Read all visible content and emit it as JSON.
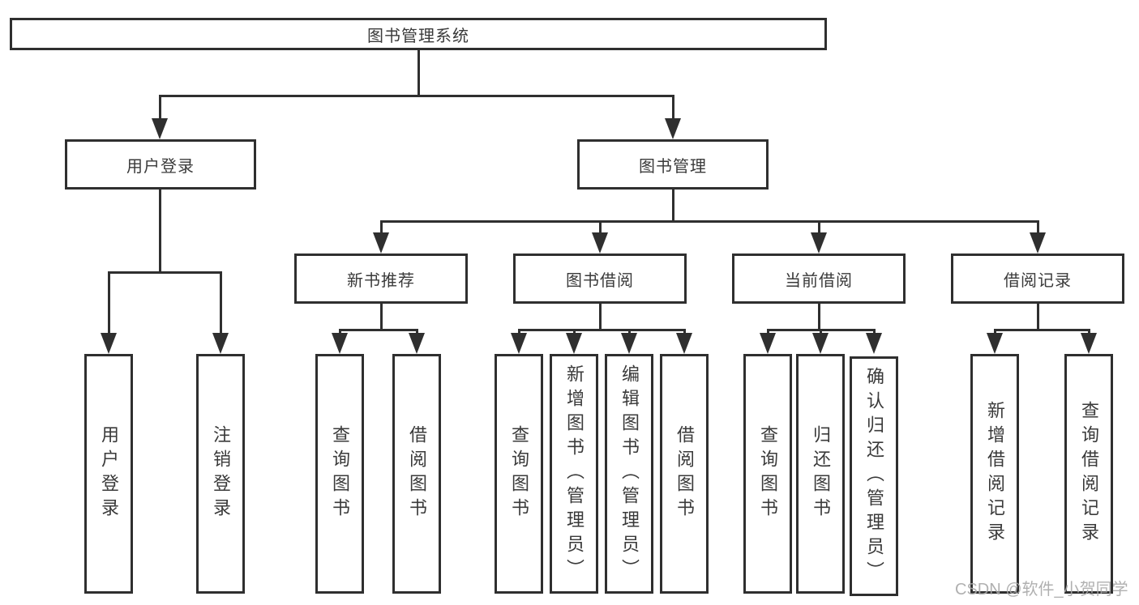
{
  "colors": {
    "line": "#2f2f2f",
    "text": "#3a3a3a",
    "watermark": "#a8a8a8",
    "background": "#ffffff"
  },
  "watermark": "CSDN @软件_小贺同学",
  "tree": {
    "label": "图书管理系统",
    "children": [
      {
        "label": "用户登录",
        "children": [
          {
            "label": "用户登录"
          },
          {
            "label": "注销登录"
          }
        ]
      },
      {
        "label": "图书管理",
        "children": [
          {
            "label": "新书推荐",
            "children": [
              {
                "label": "查询图书"
              },
              {
                "label": "借阅图书"
              }
            ]
          },
          {
            "label": "图书借阅",
            "children": [
              {
                "label": "查询图书"
              },
              {
                "label": "新增图书（管理员）"
              },
              {
                "label": "编辑图书（管理员）"
              },
              {
                "label": "借阅图书"
              }
            ]
          },
          {
            "label": "当前借阅",
            "children": [
              {
                "label": "查询图书"
              },
              {
                "label": "归还图书"
              },
              {
                "label": "确认归还（管理员）"
              }
            ]
          },
          {
            "label": "借阅记录",
            "children": [
              {
                "label": "新增借阅记录"
              },
              {
                "label": "查询借阅记录"
              }
            ]
          }
        ]
      }
    ]
  }
}
